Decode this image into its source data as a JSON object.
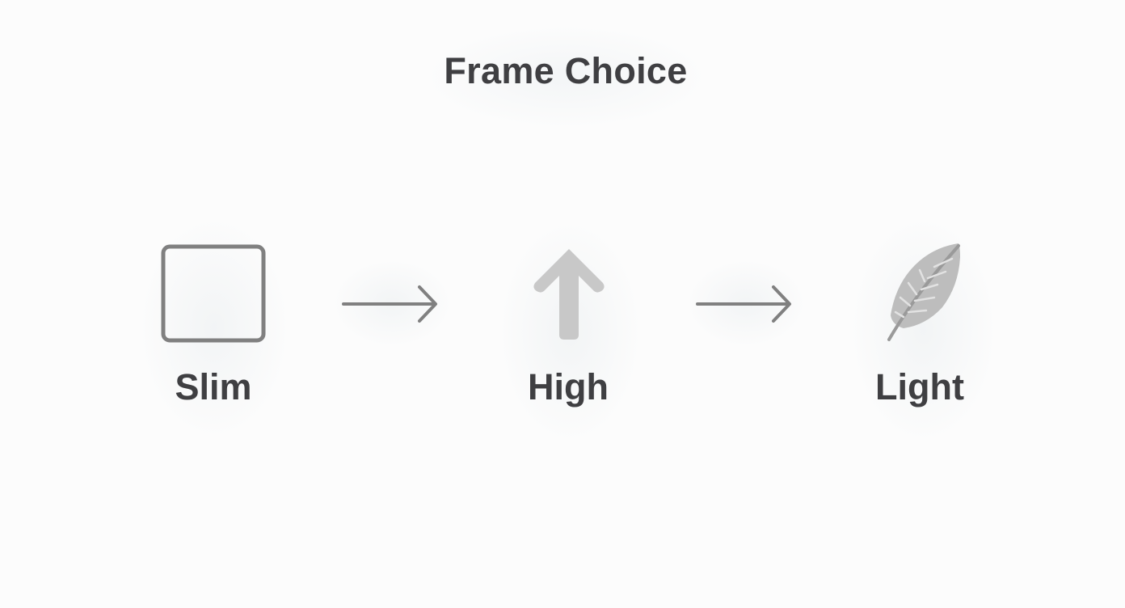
{
  "diagram": {
    "title": "Frame Choice",
    "steps": [
      {
        "label": "Slim",
        "icon": "square-frame-icon"
      },
      {
        "label": "High",
        "icon": "arrow-up-icon"
      },
      {
        "label": "Light",
        "icon": "feather-icon"
      }
    ],
    "connectors": [
      {
        "from": "Slim",
        "to": "High",
        "icon": "arrow-right-icon"
      },
      {
        "from": "High",
        "to": "Light",
        "icon": "arrow-right-icon"
      }
    ],
    "colors": {
      "text": "#3f3f42",
      "icon_stroke": "#808080",
      "arrow_fill": "#c8c8c8",
      "feather_fill": "#bdbdbd",
      "background": "#fcfcfc"
    }
  }
}
